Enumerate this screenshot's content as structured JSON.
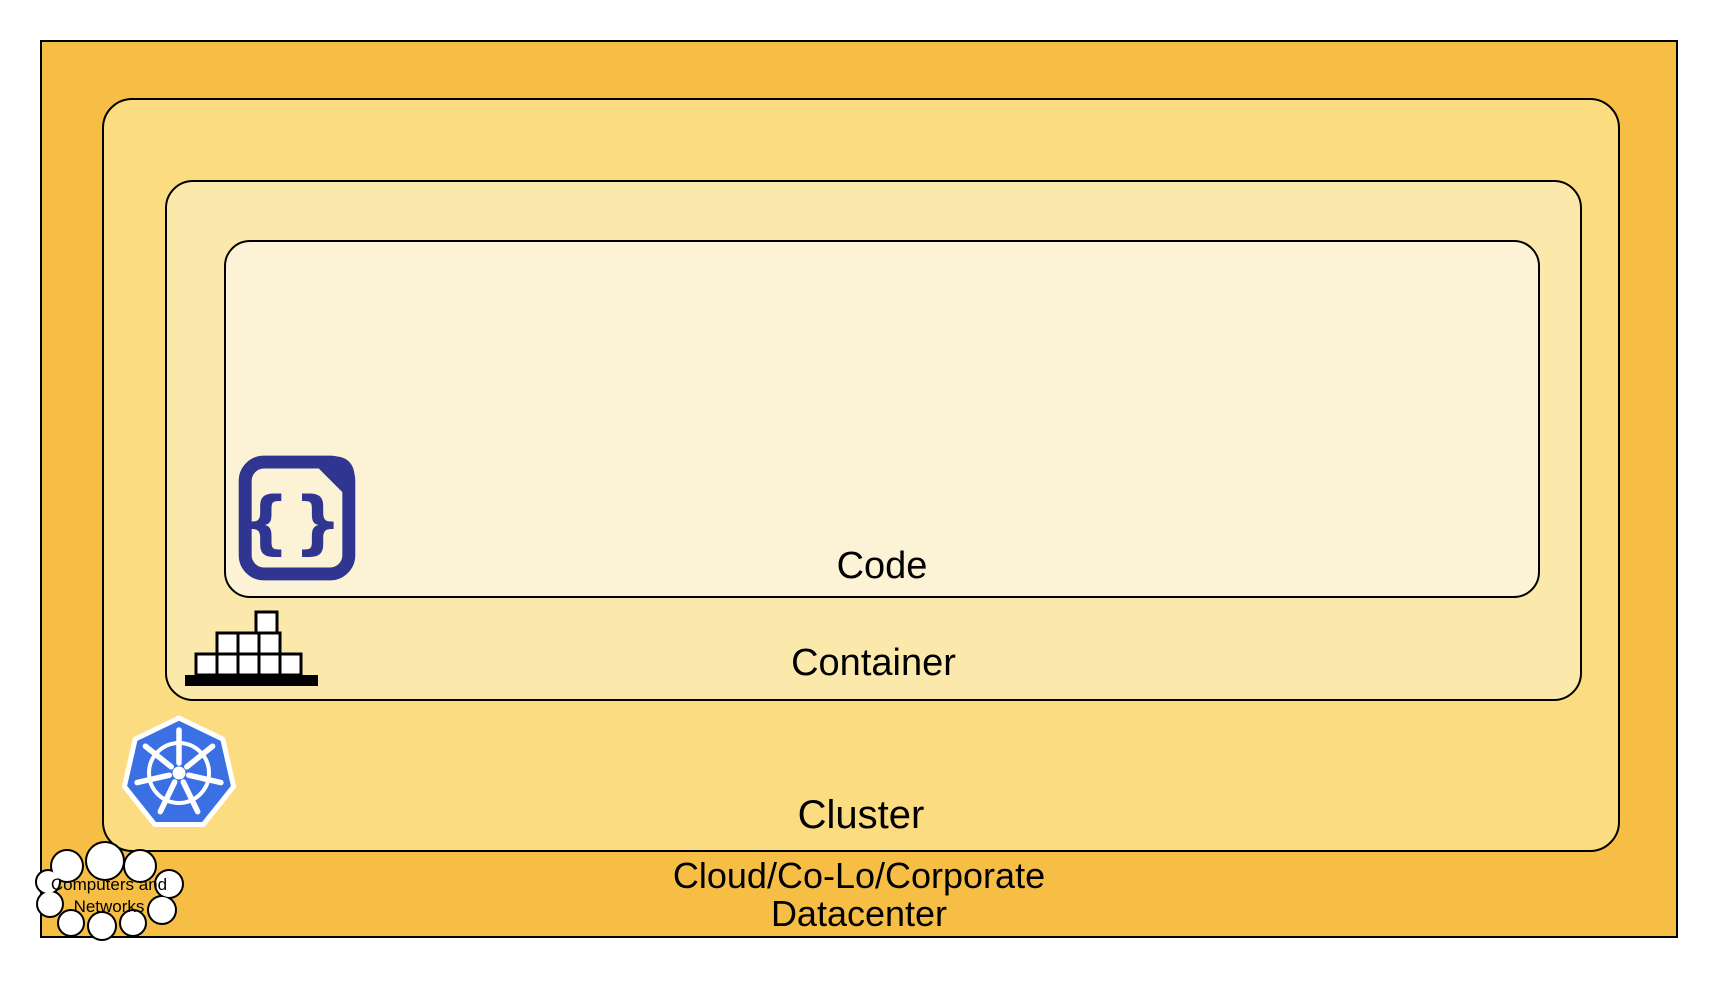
{
  "layers": {
    "code": {
      "label": "Code"
    },
    "container": {
      "label": "Container"
    },
    "cluster": {
      "label": "Cluster"
    },
    "datacenter": {
      "label_line1": "Cloud/Co-Lo/Corporate",
      "label_line2": "Datacenter"
    }
  },
  "cloud_callout": {
    "label_line1": "Computers and",
    "label_line2": "Networks"
  },
  "icons": {
    "code_glyph": "{}",
    "code": "code-file-icon",
    "container": "container-stack-icon",
    "cluster": "kubernetes-icon",
    "datacenter": "cloud-icon"
  },
  "colors": {
    "datacenter_bg": "#F6BE45",
    "cluster_bg": "#FBDC80",
    "container_bg": "#FBE9AC",
    "code_bg": "#FCF3D6",
    "outline": "#000000",
    "code_icon": "#2F3590",
    "kubernetes_blue": "#3B70E4"
  }
}
